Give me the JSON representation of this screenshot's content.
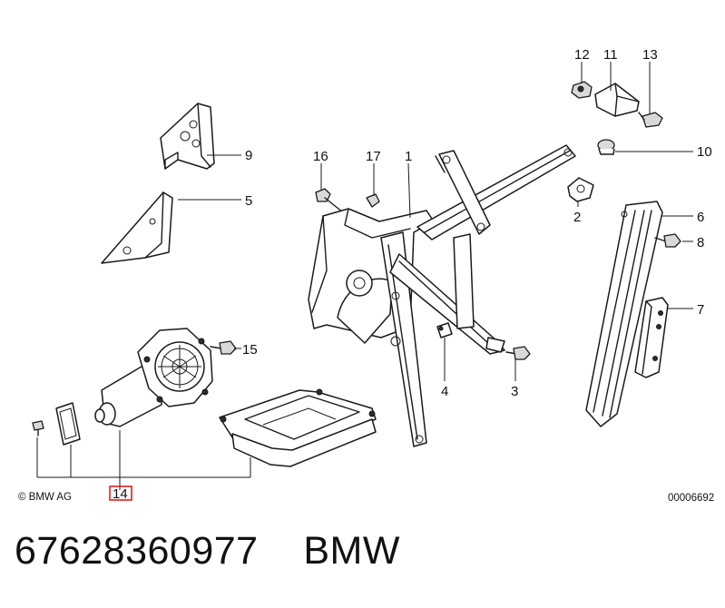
{
  "callouts": {
    "n1": "1",
    "n2": "2",
    "n3": "3",
    "n4": "4",
    "n5": "5",
    "n6": "6",
    "n7": "7",
    "n8": "8",
    "n9": "9",
    "n10": "10",
    "n11": "11",
    "n12": "12",
    "n13": "13",
    "n14": "14",
    "n15": "15",
    "n16": "16",
    "n17": "17"
  },
  "copyright": "© BMW AG",
  "diagram_id": "00006692",
  "caption": {
    "part_number": "67628360977",
    "brand": "BMW"
  },
  "colors": {
    "highlight": "#e0201b",
    "ink": "#1a1a1a",
    "shade": "#d9d9d9"
  }
}
